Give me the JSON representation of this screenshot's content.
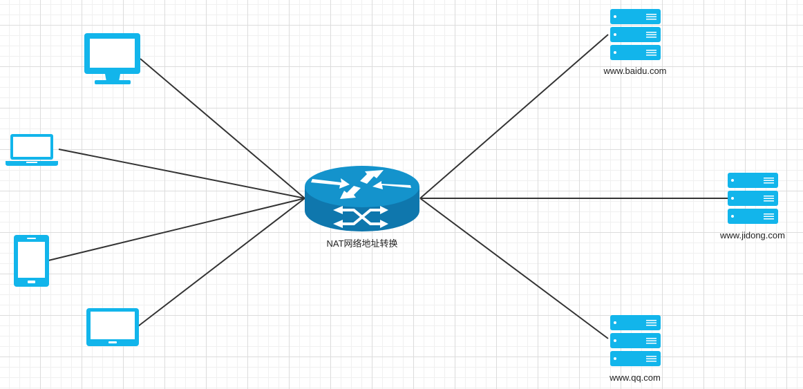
{
  "colors": {
    "device": "#12b5eb",
    "router_top": "#1493cc",
    "router_side": "#0f77ad",
    "line": "#333333",
    "arrow": "#ffffff"
  },
  "clients": [
    {
      "name": "desktop-monitor",
      "icon": "monitor-icon"
    },
    {
      "name": "laptop",
      "icon": "laptop-icon"
    },
    {
      "name": "smartphone",
      "icon": "phone-icon"
    },
    {
      "name": "tablet",
      "icon": "tablet-icon"
    }
  ],
  "router": {
    "icon": "router-icon",
    "label": "NAT网络地址转换"
  },
  "servers": [
    {
      "icon": "server-icon",
      "label": "www.baidu.com"
    },
    {
      "icon": "server-icon",
      "label": "www.jidong.com"
    },
    {
      "icon": "server-icon",
      "label": "www.qq.com"
    }
  ]
}
